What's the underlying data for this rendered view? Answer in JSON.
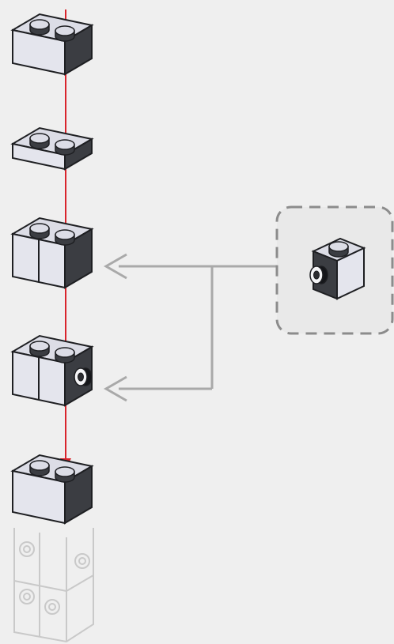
{
  "colors": {
    "background": "#efefef",
    "assembly_line": "#d9242c",
    "arrow": "#a9a9a9",
    "callout_border": "#8c8c8c",
    "callout_fill": "#e9e9e9",
    "brick_top": "#dcdde6",
    "brick_front": "#e4e5ed",
    "brick_side": "#3b3d42",
    "ghost_outline": "#c9c9c9"
  },
  "steps": [
    {
      "name": "brick-1x2-step-1",
      "kind": "brick-1x2"
    },
    {
      "name": "plate-1x2-step-2",
      "kind": "plate-1x2"
    },
    {
      "name": "brick-pair-step-3",
      "kind": "brick-pair"
    },
    {
      "name": "brick-pair-stud-step-4",
      "kind": "brick-pair-side-stud"
    },
    {
      "name": "brick-1x2-step-5",
      "kind": "brick-1x2"
    }
  ],
  "callout": {
    "part": "brick-1x1-side-stud-icon",
    "targets": 2
  },
  "ghost": {
    "part": "completed-stack-ghost"
  }
}
